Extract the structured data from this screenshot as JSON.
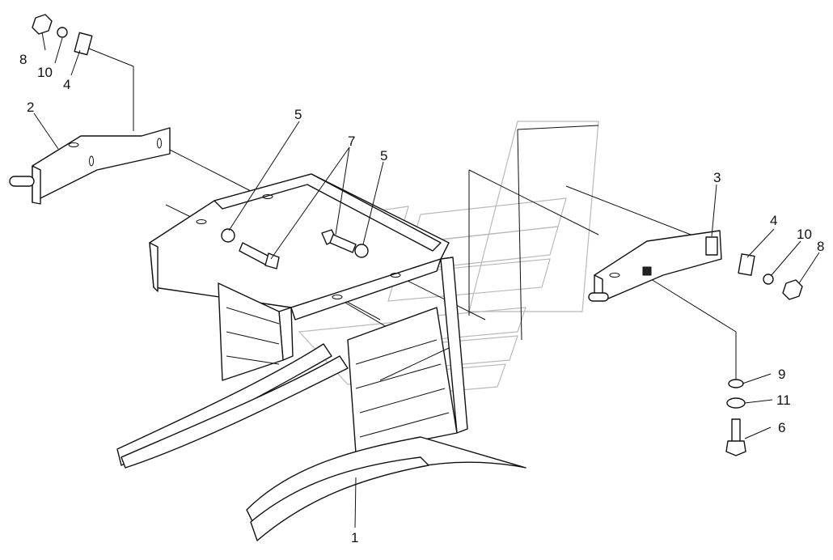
{
  "callouts": {
    "part_1": "1",
    "part_2": "2",
    "part_3": "3",
    "part_4_left": "4",
    "part_4_right": "4",
    "part_5_left": "5",
    "part_5_right": "5",
    "part_6": "6",
    "part_7": "7",
    "part_8_left": "8",
    "part_8_right": "8",
    "part_9": "9",
    "part_10_left": "10",
    "part_10_right": "10",
    "part_11": "11"
  },
  "colors": {
    "line": "#111111",
    "watermark": "#b9b9b9",
    "background": "#ffffff"
  }
}
